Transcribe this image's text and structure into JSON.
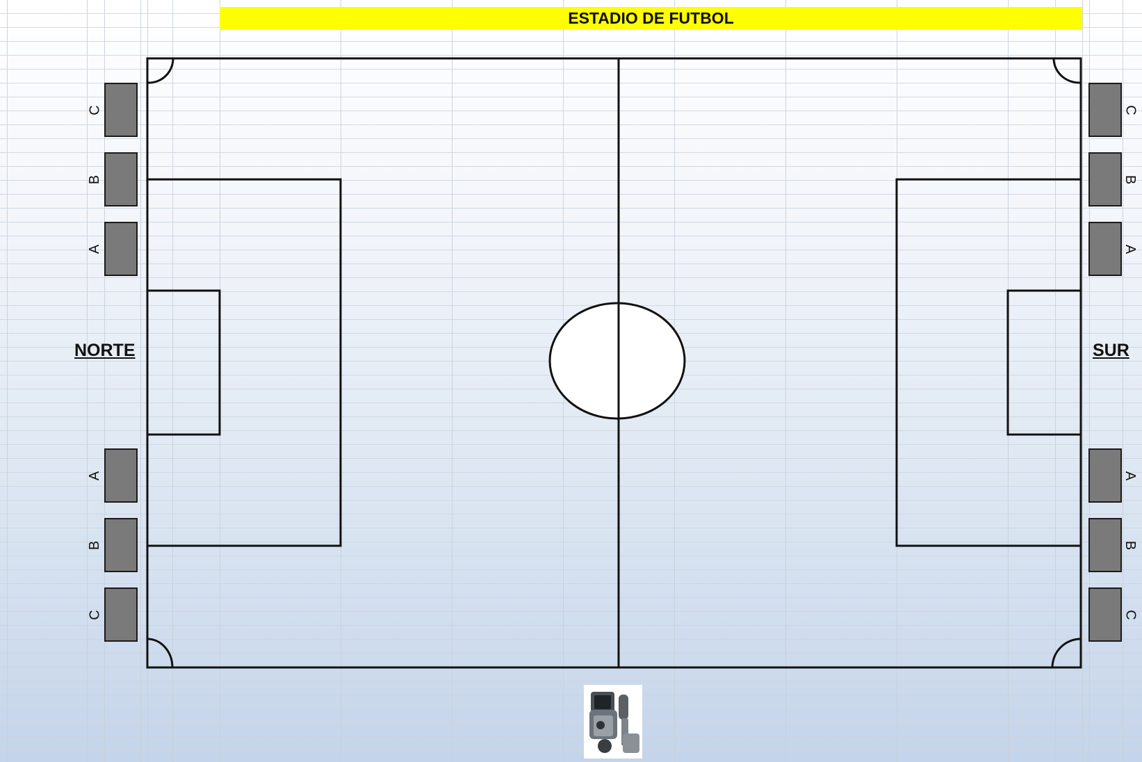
{
  "title": "ESTADIO DE FUTBOL",
  "sides": {
    "north": {
      "name": "NORTE"
    },
    "south": {
      "name": "SUR"
    }
  },
  "stands": {
    "north_upper": [
      "C",
      "B",
      "A"
    ],
    "north_lower": [
      "A",
      "B",
      "C"
    ],
    "south_upper": [
      "C",
      "B",
      "A"
    ],
    "south_lower": [
      "A",
      "B",
      "C"
    ]
  },
  "camera": {
    "icon": "video-camera-icon"
  },
  "colors": {
    "title_band": "#ffff00",
    "stand_fill": "#7a7a7a",
    "line": "#111111"
  }
}
